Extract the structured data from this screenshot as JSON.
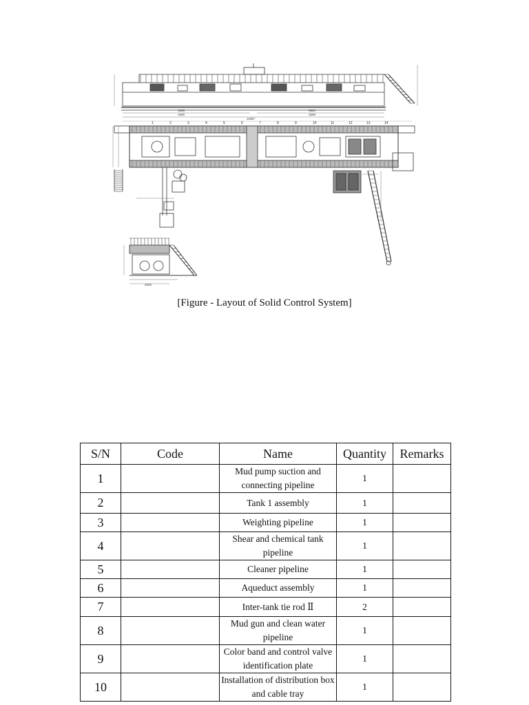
{
  "figure": {
    "caption": "[Figure - Layout of Solid Control System]",
    "top_view_dims": [
      "1380",
      "5920",
      "1500",
      "1500",
      "11067",
      "2625"
    ],
    "plan_labels": [
      "1",
      "2",
      "3",
      "4",
      "5",
      "6",
      "7",
      "8",
      "9",
      "10",
      "11",
      "12",
      "13",
      "14"
    ]
  },
  "table": {
    "headers": [
      "S/N",
      "Code",
      "Name",
      "Quantity",
      "Remarks"
    ],
    "rows": [
      {
        "sn": "1",
        "code": "",
        "name": "Mud pump suction and connecting pipeline",
        "qty": "1",
        "remarks": ""
      },
      {
        "sn": "2",
        "code": "",
        "name": "Tank 1 assembly",
        "qty": "1",
        "remarks": ""
      },
      {
        "sn": "3",
        "code": "",
        "name": "Weighting pipeline",
        "qty": "1",
        "remarks": ""
      },
      {
        "sn": "4",
        "code": "",
        "name": "Shear and chemical tank pipeline",
        "qty": "1",
        "remarks": ""
      },
      {
        "sn": "5",
        "code": "",
        "name": "Cleaner pipeline",
        "qty": "1",
        "remarks": ""
      },
      {
        "sn": "6",
        "code": "",
        "name": "Aqueduct assembly",
        "qty": "1",
        "remarks": ""
      },
      {
        "sn": "7",
        "code": "",
        "name": "Inter-tank tie rod Ⅱ",
        "qty": "2",
        "remarks": ""
      },
      {
        "sn": "8",
        "code": "",
        "name": "Mud gun and clean water pipeline",
        "qty": "1",
        "remarks": ""
      },
      {
        "sn": "9",
        "code": "",
        "name": "Color band and control valve identification plate",
        "qty": "1",
        "remarks": ""
      },
      {
        "sn": "10",
        "code": "",
        "name": "Installation of distribution box and cable tray",
        "qty": "1",
        "remarks": ""
      }
    ]
  }
}
